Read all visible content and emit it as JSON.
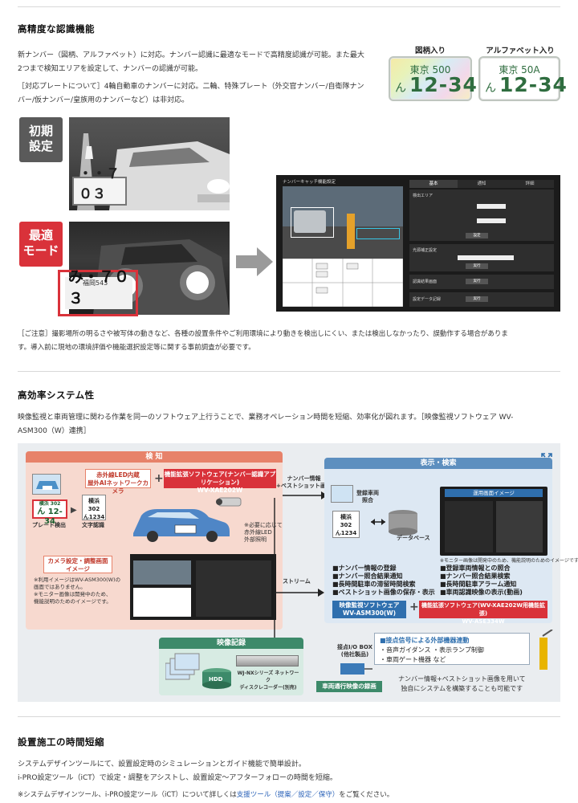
{
  "section1": {
    "title": "高精度な認識機能",
    "para1_line1": "新ナンバー（図柄、アルファベット）に対応。ナンバー認識に最適なモードで高精度認識が可能。また最大",
    "para1_line2": "2つまで検知エリアを設定して、ナンバーの認識が可能。",
    "para2_line1": "［対応プレートについて］4輪自動車のナンバーに対応。二輪、特殊プレート（外交官ナンバー/自衛隊ナン",
    "para2_line2": "バー/仮ナンバー/皇族用のナンバーなど）は非対応。",
    "plate_design_caption": "図柄入り",
    "plate_design_top": "東京 500",
    "plate_design_kana": "ん",
    "plate_design_number": "12-34",
    "plate_alpha_caption": "アルファベット入り",
    "plate_alpha_top": "東京 50A",
    "plate_alpha_kana": "ん",
    "plate_alpha_number": "12-34",
    "badge_initial": [
      "初期",
      "設定"
    ],
    "badge_optimal": [
      "最適",
      "モード"
    ],
    "photo1_plate": "・・７０３",
    "photo2_plate_top": "福岡543",
    "photo2_plate": "み・７０３",
    "sw_title": "ナンバーキャッチ機能設定",
    "sw_tabs": [
      "基本",
      "通知",
      "詳細"
    ],
    "sw_rows": [
      "検出エリア",
      "光源補正設定",
      "認識結果画面",
      "設定データ記録"
    ],
    "sw_buttons": [
      "設定",
      "実行",
      "実行",
      "実行"
    ],
    "notice_line1": "［ご注意］撮影場所の明るさや被写体の動きなど、各種の設置条件やご利用環境により動きを検出しにくい、または検出しなかったり、誤動作する場合がありま",
    "notice_line2": "す。導入前に現地の環境評価や機能選択設定等に関する事前調査が必要です。"
  },
  "section2": {
    "title": "高効率システム性",
    "para_line1": "映像監視と車両管理に関わる作業を同一のソフトウェア上行うことで、業務オペレーション時間を短縮、効率化が図れます。［映像監視ソフトウェア WV-",
    "para_line2": "ASM300（W）連携］",
    "diagram": {
      "detect_header": "検 知",
      "camera_label": "赤外線LED内蔵\n屋外AIネットワークカメラ",
      "software_label": "機能拡張ソフトウェア(ナンバー認識アプリケーション)\nWV-XAE202W",
      "plate_detect": "プレート検出",
      "char_recog": "文字認識",
      "plate_small_top": "横浜 302",
      "plate_small_num": "ん 12-34",
      "text_recog": [
        "横浜",
        "302",
        "ん1234"
      ],
      "ir_note": "※必要に応じて\n赤外線LED\n外部照明",
      "cam_setup_title": "カメラ設定・調整画面\nイメージ",
      "cam_setup_note": "※利用イメージはWV-ASM300(W)の\n画面ではありません。\n※モニター画像は開発中のため、\n機能説明のためのイメージです。",
      "arrow_info": "ナンバー情報\n+ベストショット画像",
      "stream": "ストリーム",
      "display_header": "表示・検索",
      "registered": "登録車両\n照合",
      "database": "データベース",
      "search_text": [
        "横浜",
        "302",
        "ん1234"
      ],
      "ops_title": "運用画面イメージ",
      "ops_note": "※モニター画像は開発中のため、機能説明のためのイメージです。",
      "features_left": [
        "■ナンバー情報の登録",
        "■ナンバー照合結果通知",
        "■長時間駐車の滞留時間検索",
        "■ベストショット画像の保存・表示"
      ],
      "features_right": [
        "■登録車両情報との照合",
        "■ナンバー照合結果検索",
        "■長時間駐車アラーム通知",
        "■車両認識映像の表示(動画)"
      ],
      "asm_label": "映像監視ソフトウェア\nWV-ASM300(W)",
      "ext_label": "機能拡張ソフトウェア(WV-XAE202W用機能拡張)\nWV-ASE334W",
      "record_header": "映像記録",
      "hdd": "HDD",
      "recorder": "WJ-NXシリーズ ネットワーク\nディスクレコーダー(別売)",
      "record_badge": "車両通行映像の録画",
      "io_box": "接点I/O BOX\n(他社製品)",
      "io_items": [
        "■接点信号による外部機器連動",
        "・音声ガイダンス  ・表示ランプ制御",
        "・車両ゲート機器  など"
      ],
      "bottom_caption": "ナンバー情報+ベストショット画像を用いて\n独自にシステムを構築することも可能です"
    }
  },
  "section3": {
    "title": "設置施工の時間短縮",
    "para_line1": "システムデザインツールにて、設置設定時のシミュレーションとガイド機能で簡単設計。",
    "para_line2": "i-PRO設定ツール（iCT）で設定・調整をアシストし、設置設定～アフターフォローの時間を短縮。",
    "note_prefix": "※システムデザインツール、i-PRO設定ツール（iCT）について詳しくは",
    "note_link": "支援ツール（提案／設定／保守）",
    "note_suffix": "をご覧ください。"
  },
  "colors": {
    "accent_red": "#d9323a",
    "dark_badge": "#5a5a5a",
    "diagram_blue": "#2f6fae",
    "diagram_green": "#3d8a6a",
    "link_blue": "#2a62b8"
  }
}
